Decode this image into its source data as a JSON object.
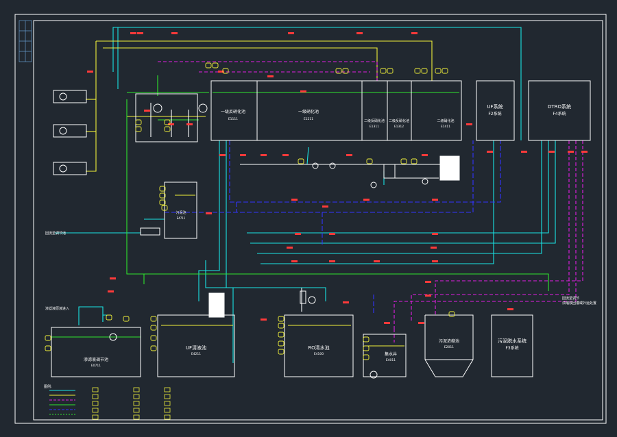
{
  "colors": {
    "background": "#212830",
    "frame": "#ffffff",
    "cyan": "#19e6e6",
    "yellow": "#f2f23a",
    "green": "#2ee62e",
    "magenta": "#e41ee4",
    "blue": "#3333ff",
    "red": "#ff3a3a",
    "equipment": "#ffffff"
  },
  "units": {
    "tank1": {
      "name": "一级反硝化池",
      "code": "E1111"
    },
    "tank2": {
      "name": "一级硝化池",
      "code": "E1211"
    },
    "tank3": {
      "name": "二级反硝化池",
      "code": "E1311"
    },
    "tank4": {
      "name": "二级反硝化池",
      "code": "E1312"
    },
    "tank5": {
      "name": "二级硝化池",
      "code": "E1411"
    },
    "uf": {
      "name": "UF系统",
      "code": "F2系统"
    },
    "dtro": {
      "name": "DTRO系统",
      "code": "F4系统"
    },
    "sludge_tank": {
      "name": "污泥池",
      "code": "E4711"
    },
    "regulating_tank": {
      "name": "渗滤液调节池",
      "code": "E0711"
    },
    "uf_clean_tank": {
      "name": "UF清液池",
      "code": "E4211"
    },
    "ro_tank": {
      "name": "RO清水池",
      "code": "E4100"
    },
    "collect_well": {
      "name": "集水井",
      "code": "E4011"
    },
    "sludge_thick": {
      "name": "污泥浓缩池",
      "code": "E2011"
    },
    "dewater": {
      "name": "污泥脱水系统",
      "code": "F3系统"
    }
  },
  "side_labels": {
    "inlet": "渗滤液原液进入",
    "return": "回流至调节池",
    "out1": "回流至调节",
    "out2": "浓缩液回灌或外运处置"
  },
  "legend": {
    "title": "图例:"
  }
}
